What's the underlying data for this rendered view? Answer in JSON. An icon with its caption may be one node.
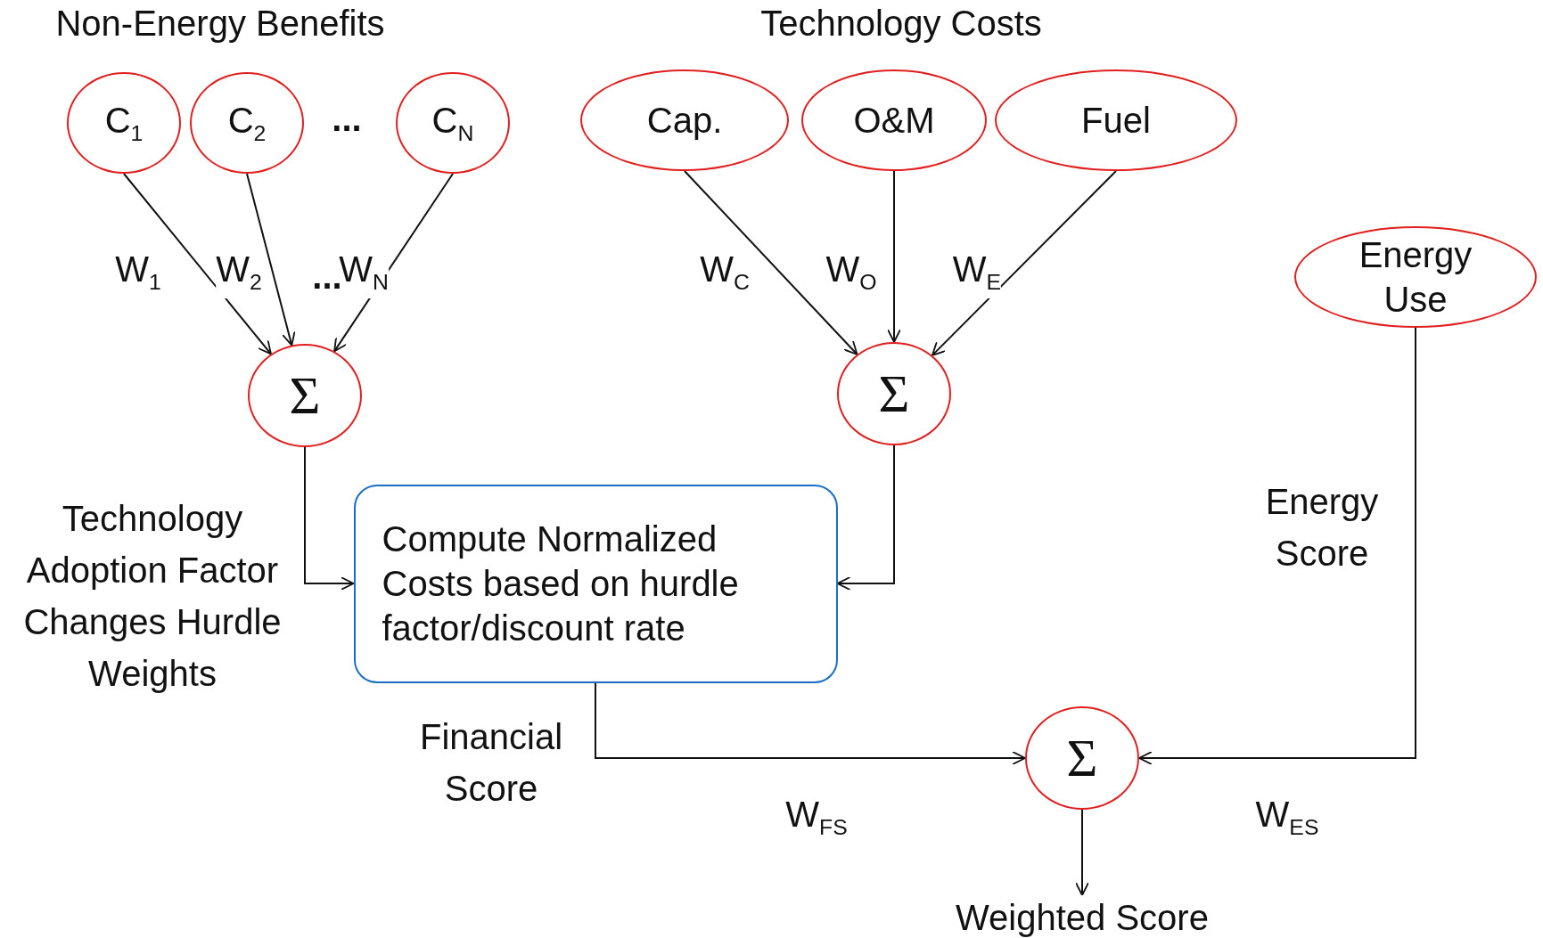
{
  "diagram": {
    "nodes": [
      {
        "text": [
          "C$_{1}$"
        ]
      },
      {
        "text": [
          "C$_{2}$"
        ]
      },
      {
        "text": [
          "C$_{N}$"
        ]
      },
      {
        "text": [
          "Cap."
        ]
      },
      {
        "text": [
          "O&M"
        ]
      },
      {
        "text": [
          "Fuel"
        ]
      },
      {
        "text": [
          "Energy Use"
        ]
      },
      {
        "text": [
          "Σ"
        ]
      },
      {
        "text": [
          "Σ"
        ]
      },
      {
        "text": [
          "Compute Normalized Costs based on hurdle factor/discount rate"
        ]
      },
      {
        "text": [
          "Σ"
        ]
      },
      {
        "text": [
          "Weighted Score"
        ]
      }
    ],
    "edges": [
      {
        "from": 0,
        "to": 7,
        "arrow": "to",
        "label": "W$_{1}$"
      },
      {
        "from": 1,
        "to": 7,
        "arrow": "to",
        "label": "W$_{2}$"
      },
      {
        "from": 2,
        "to": 7,
        "arrow": "to",
        "label": "W$_{N}$"
      },
      {
        "from": 3,
        "to": 8,
        "arrow": "to",
        "label": "W$_{C}$"
      },
      {
        "from": 4,
        "to": 8,
        "arrow": "to",
        "label": "W$_{O}$"
      },
      {
        "from": 5,
        "to": 8,
        "arrow": "to",
        "label": "W$_{E}$"
      },
      {
        "from": 7,
        "to": 9,
        "arrow": "to",
        "label": "Technology Adoption Factor Changes Hurdle Weights"
      },
      {
        "from": 8,
        "to": 9,
        "arrow": "to"
      },
      {
        "from": 9,
        "to": 10,
        "arrow": "to",
        "label": "W$_{FS}$"
      },
      {
        "from": 6,
        "to": 10,
        "arrow": "to",
        "label": "W$_{ES}$"
      },
      {
        "from": 10,
        "to": 11,
        "arrow": "to"
      }
    ],
    "labels": [
      "Non-Energy Benefits",
      "Technology Costs",
      "...",
      "...",
      "Energy Score",
      "Financial Score"
    ]
  }
}
